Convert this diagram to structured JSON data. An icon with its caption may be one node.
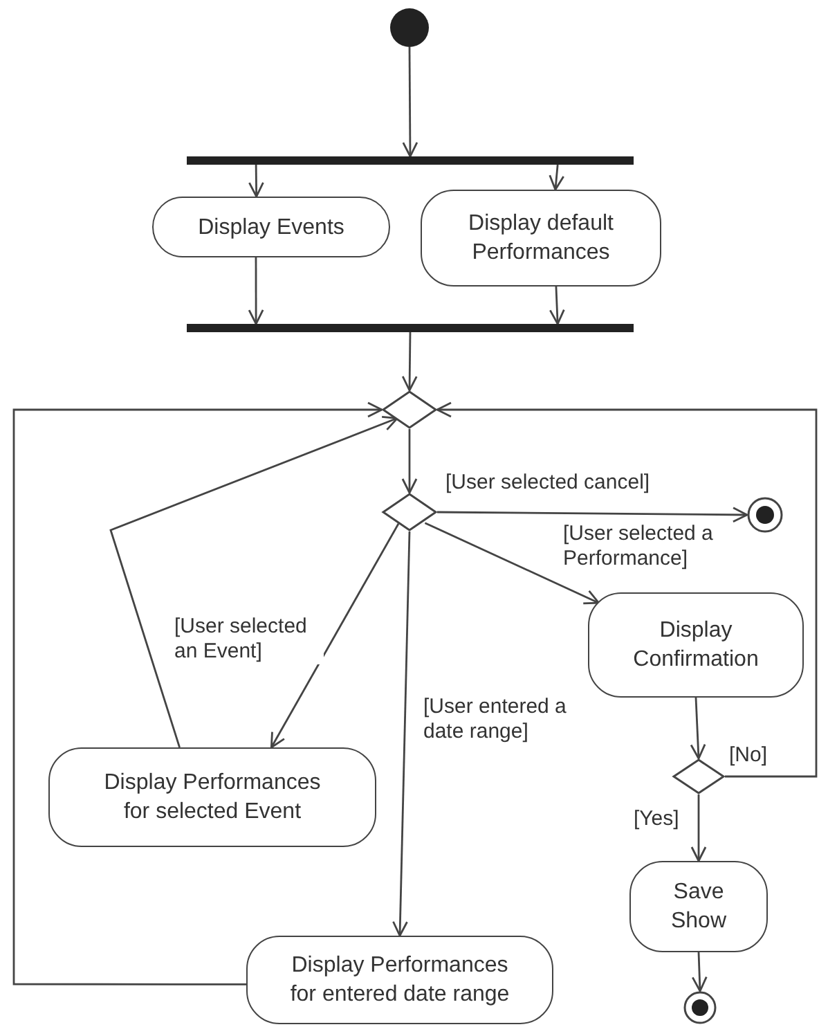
{
  "diagram": {
    "nodes": [
      {
        "text": [],
        "shape": "circle"
      },
      {
        "text": [],
        "shape": "bar"
      },
      {
        "text": [
          "Display Events"
        ]
      },
      {
        "text": [
          "Display default Performances"
        ]
      },
      {
        "text": [],
        "shape": "bar"
      },
      {
        "text": [],
        "shape": "diamond"
      },
      {
        "text": [],
        "shape": "diamond"
      },
      {
        "text": [],
        "shape": "bullseye"
      },
      {
        "text": [
          "Display Confirmation"
        ]
      },
      {
        "text": [
          "Display Performances for selected Event"
        ]
      },
      {
        "text": [
          "Display Performances for entered date range"
        ]
      },
      {
        "text": [],
        "shape": "diamond"
      },
      {
        "text": [
          "Save Show"
        ]
      },
      {
        "text": [],
        "shape": "bullseye"
      }
    ],
    "edges": [
      {
        "from": 0,
        "to": 1,
        "arrow": "to"
      },
      {
        "from": 1,
        "to": 2,
        "arrow": "to"
      },
      {
        "from": 1,
        "to": 3,
        "arrow": "to"
      },
      {
        "from": 2,
        "to": 4,
        "arrow": "to"
      },
      {
        "from": 3,
        "to": 4,
        "arrow": "to"
      },
      {
        "from": 4,
        "to": 5,
        "arrow": "to"
      },
      {
        "from": 5,
        "to": 6,
        "arrow": "to"
      },
      {
        "from": 6,
        "to": 7,
        "arrow": "to",
        "label": "[User selected cancel]"
      },
      {
        "from": 6,
        "to": 8,
        "arrow": "to",
        "label": "[User selected a Performance]"
      },
      {
        "from": 6,
        "to": 9,
        "arrow": "to",
        "label": "[User selected an Event]"
      },
      {
        "from": 6,
        "to": 10,
        "arrow": "to",
        "label": "[User entered a date range]"
      },
      {
        "from": 9,
        "to": 5,
        "arrow": "to"
      },
      {
        "from": 10,
        "to": 5,
        "arrow": "to"
      },
      {
        "from": 8,
        "to": 11,
        "arrow": "to"
      },
      {
        "from": 11,
        "to": 5,
        "arrow": "to",
        "label": "[No]"
      },
      {
        "from": 11,
        "to": 12,
        "arrow": "to",
        "label": "[Yes]"
      },
      {
        "from": 12,
        "to": 13,
        "arrow": "to"
      }
    ]
  }
}
